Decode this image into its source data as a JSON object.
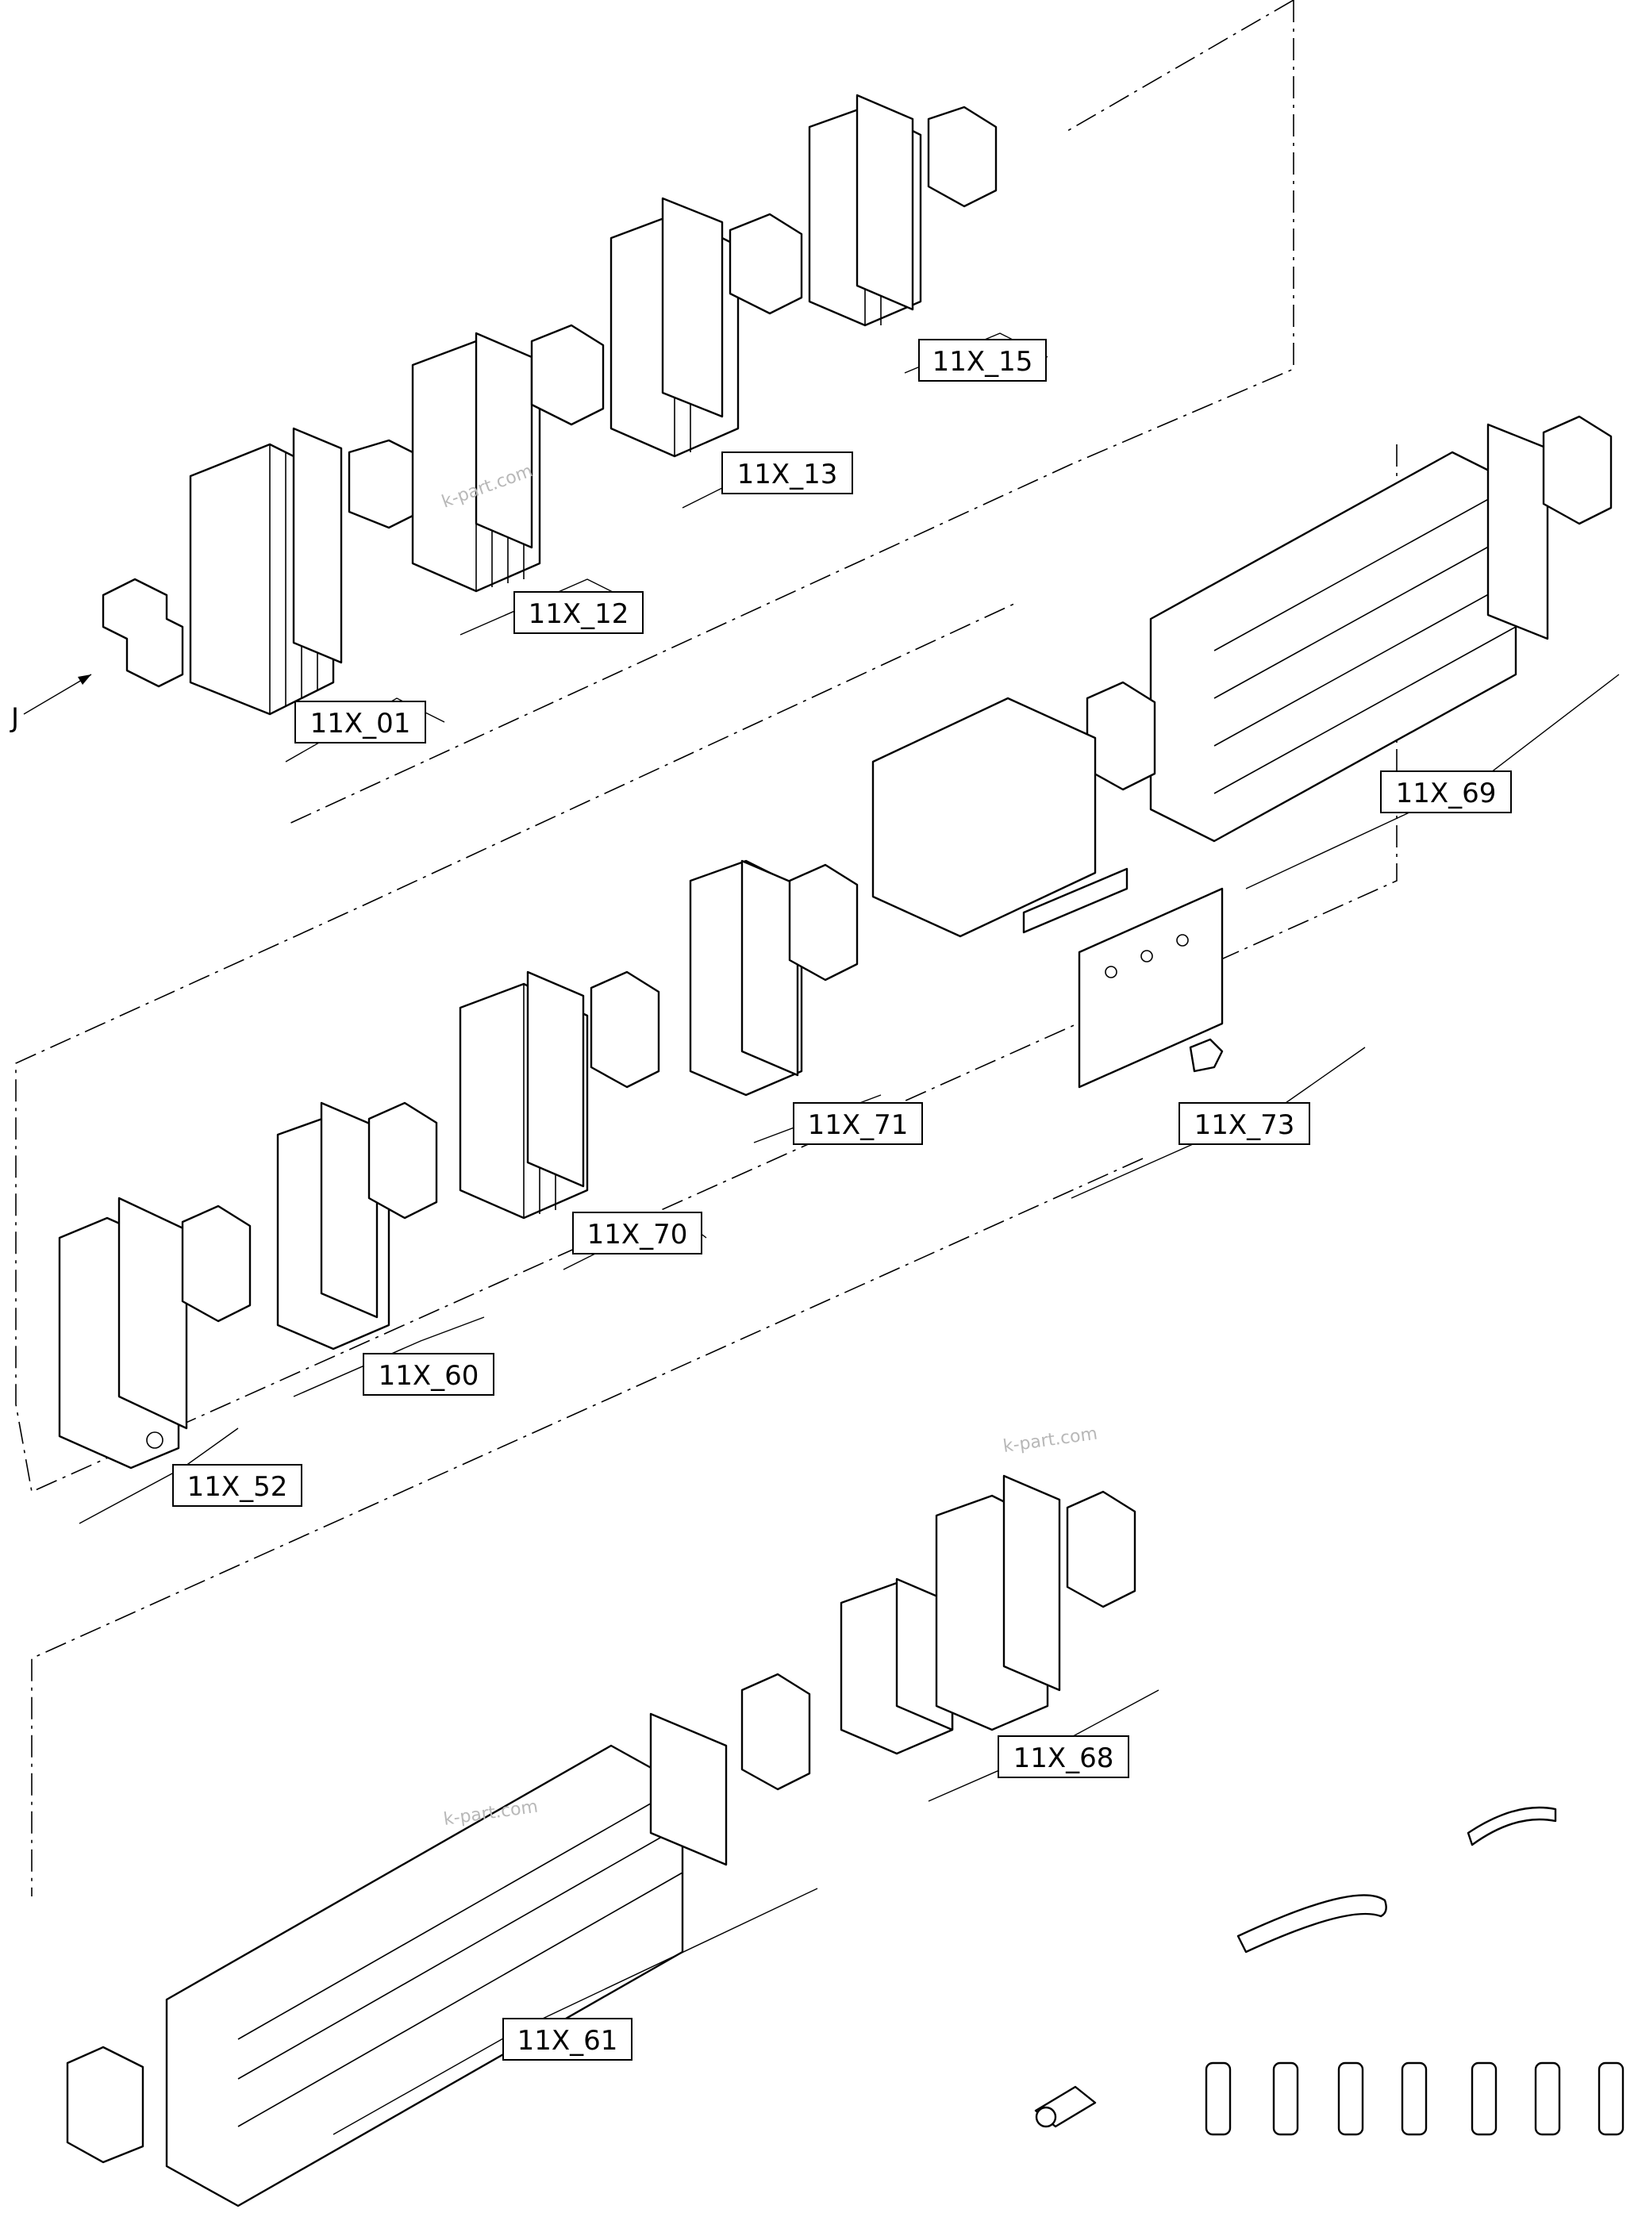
{
  "labels": [
    {
      "id": "11x-15",
      "text": "11X_15"
    },
    {
      "id": "11x-13",
      "text": "11X_13"
    },
    {
      "id": "11x-12",
      "text": "11X_12"
    },
    {
      "id": "11x-01",
      "text": "11X_01"
    },
    {
      "id": "11x-69",
      "text": "11X_69"
    },
    {
      "id": "11x-71",
      "text": "11X_71"
    },
    {
      "id": "11x-73",
      "text": "11X_73"
    },
    {
      "id": "11x-70",
      "text": "11X_70"
    },
    {
      "id": "11x-60",
      "text": "11X_60"
    },
    {
      "id": "11x-52",
      "text": "11X_52"
    },
    {
      "id": "11x-68",
      "text": "11X_68"
    },
    {
      "id": "11x-61",
      "text": "11X_61"
    }
  ],
  "view_marker": "J",
  "watermark": [
    "k-part.com",
    "k-part.com",
    "k-part.com"
  ]
}
